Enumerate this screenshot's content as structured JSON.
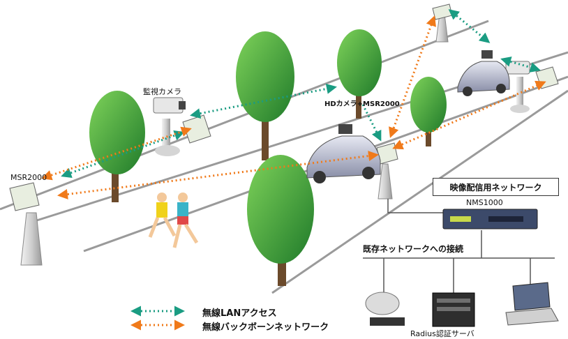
{
  "labels": {
    "camera_label": "監視カメラ",
    "msr_left_label": "MSR2000",
    "hd_camera_label": "HDカメラ+MSR2000",
    "network_title": "映像配信用ネットワーク",
    "nms_label": "NMS1000",
    "existing_network_label": "既存ネットワークへの接続",
    "radius_label": "Radius認証サーバ"
  },
  "legend": {
    "wireless_lan": "無線LANアクセス",
    "wireless_backbone": "無線バックボーンネットワーク"
  },
  "colors": {
    "wireless_lan_arrow": "#1a9c82",
    "backbone_arrow": "#f07a1a",
    "road": "#9a9a9a",
    "tree_green": "#3aa63a",
    "trunk": "#6b4a2b"
  }
}
